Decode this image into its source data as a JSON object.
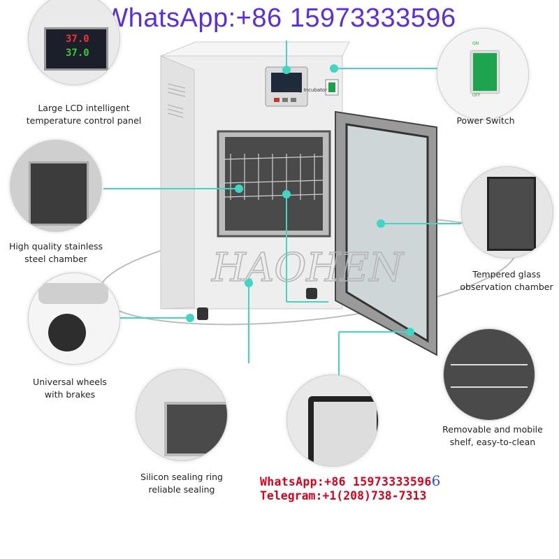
{
  "top_banner": {
    "whatsapp": "WhatsApp:+86 15973333596"
  },
  "device": {
    "label": "Heating Incubator",
    "watermark": "HAOHEN",
    "display_top": "37.0",
    "display_bottom": "37.0"
  },
  "features": {
    "lcd": {
      "line1": "Large LCD intelligent",
      "line2": "temperature control panel"
    },
    "power": {
      "line1": "Power Switch",
      "on": "ON",
      "off": "OFF"
    },
    "chamber": {
      "line1": "High quality stainless",
      "line2": "steel chamber"
    },
    "glass": {
      "line1": "Tempered glass",
      "line2": "observation chamber"
    },
    "wheels": {
      "line1": "Universal wheels",
      "line2": "with brakes"
    },
    "shelf": {
      "line1": "Removable and mobile",
      "line2": "shelf, easy-to-clean"
    },
    "sealing": {
      "line1": "Silicon sealing ring",
      "line2": "reliable sealing"
    }
  },
  "bottom_contact": {
    "whatsapp": "WhatsApp:+86 15973333596",
    "whatsapp_extra": "6",
    "telegram": "Telegram:+1(208)738-7313"
  },
  "colors": {
    "accent": "#3fd6c4",
    "whatsapp_top": "#5b2ee0",
    "contact_red": "#e0001a"
  }
}
